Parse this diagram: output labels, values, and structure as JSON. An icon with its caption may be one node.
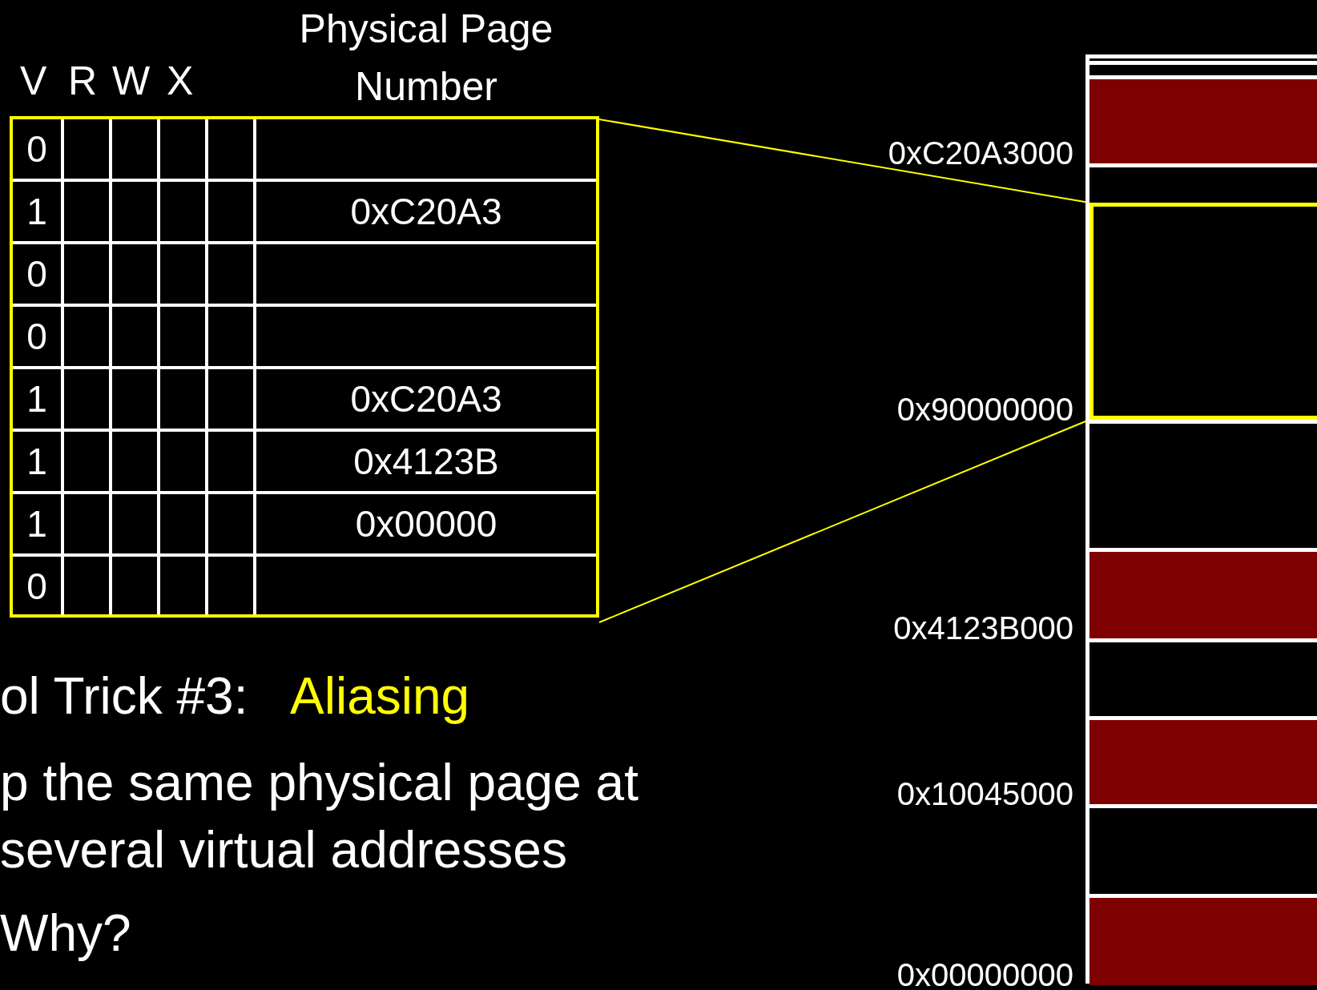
{
  "diagram": {
    "nodes": [
      {
        "text": [],
        "shape": "box"
      },
      {
        "text": [
          "0"
        ],
        "in": 0
      },
      {
        "text": [
          "1",
          "0xC20A3"
        ],
        "in": 0
      },
      {
        "text": [
          "0"
        ],
        "in": 0
      },
      {
        "text": [
          "0"
        ],
        "in": 0
      },
      {
        "text": [
          "1",
          "0xC20A3"
        ],
        "in": 0
      },
      {
        "text": [
          "1",
          "0x4123B"
        ],
        "in": 0
      },
      {
        "text": [
          "1",
          "0x00000"
        ],
        "in": 0
      },
      {
        "text": [
          "0"
        ],
        "in": 0
      },
      {
        "text": [],
        "shape": "box"
      },
      {
        "text": [],
        "shape": "box",
        "in": 9
      },
      {
        "text": [],
        "shape": "box",
        "in": 9,
        "beside": [
          "0xC20A3000"
        ]
      },
      {
        "text": [],
        "shape": "box",
        "in": 9
      },
      {
        "text": [],
        "shape": "box",
        "in": 9,
        "beside": [
          "0x90000000"
        ]
      },
      {
        "text": [],
        "shape": "box",
        "in": 9
      },
      {
        "text": [],
        "shape": "box",
        "in": 9,
        "beside": [
          "0x4123B000"
        ]
      },
      {
        "text": [],
        "shape": "box",
        "in": 9
      },
      {
        "text": [],
        "shape": "box",
        "in": 9,
        "beside": [
          "0x10045000"
        ]
      },
      {
        "text": [],
        "shape": "box",
        "in": 9
      },
      {
        "text": [],
        "shape": "box",
        "in": 9,
        "beside": [
          "0x00000000"
        ]
      }
    ],
    "edges": [
      {
        "from": 0,
        "to": 13,
        "arrow": "none"
      },
      {
        "from": 0,
        "to": 13,
        "arrow": "none"
      }
    ],
    "labels": [
      "V",
      "R",
      "W",
      "X",
      "Physical Page Number",
      "ol Trick #3:",
      "Aliasing",
      "p the same physical page at several virtual addresses",
      "Why?"
    ]
  }
}
